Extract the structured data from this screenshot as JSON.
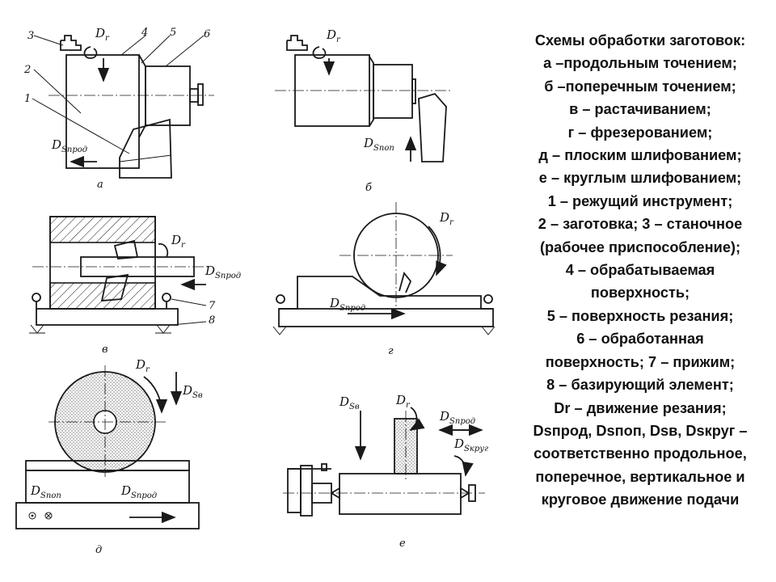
{
  "legend": {
    "lines": [
      "Схемы обработки заготовок:",
      "а –продольным точением;",
      "б –поперечным точением;",
      "в – растачиванием;",
      "г – фрезерованием;",
      "д – плоским шлифованием;",
      "е – круглым шлифованием;",
      "1 – режущий инструмент;",
      "2 – заготовка;  3 – станочное",
      "(рабочее приспособление);",
      "4 – обрабатываемая",
      "поверхность;",
      "5 – поверхность резания;",
      "6 – обработанная",
      "поверхность; 7 – прижим;",
      "8 – базирующий элемент;",
      "Dr – движение резания;",
      "Dsпрод, Dsпоп, Dsв, Dsкруг –",
      "соответственно продольное,",
      "поперечное, вертикальное и",
      "круговое движение подачи"
    ]
  },
  "diagrams": {
    "a": {
      "caption": "а",
      "labels": [
        "1",
        "2",
        "3",
        "4",
        "5",
        "6"
      ],
      "dr": "D",
      "dr_sub": "r",
      "ds": "D",
      "ds_sub": "Sпрод"
    },
    "b": {
      "caption": "б",
      "dr": "D",
      "dr_sub": "r",
      "ds": "D",
      "ds_sub": "Sпоп"
    },
    "v": {
      "caption": "в",
      "labels": [
        "7",
        "8"
      ],
      "dr": "D",
      "dr_sub": "r",
      "ds": "D",
      "ds_sub": "Sпрод"
    },
    "g": {
      "caption": "г",
      "dr": "D",
      "dr_sub": "r",
      "ds": "D",
      "ds_sub": "Sпрод"
    },
    "d": {
      "caption": "д",
      "dr": "D",
      "dr_sub": "r",
      "dsv": "D",
      "dsv_sub": "Sв",
      "dspop": "D",
      "dspop_sub": "Sпоп",
      "dsprod": "D",
      "dsprod_sub": "Sпрод"
    },
    "e": {
      "caption": "е",
      "dr": "D",
      "dr_sub": "r",
      "dsv": "D",
      "dsv_sub": "Sв",
      "dsprod": "D",
      "dsprod_sub": "Sпрод",
      "dskrug": "D",
      "dskrug_sub": "Sкруг"
    }
  }
}
